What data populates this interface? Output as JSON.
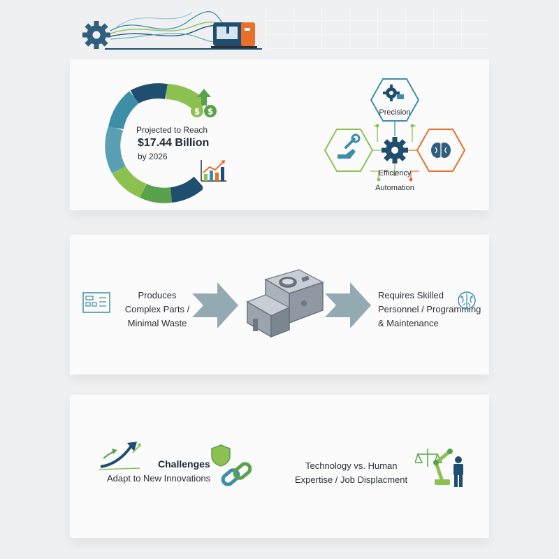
{
  "header": {
    "icons": [
      "gear-icon",
      "circuit-lines-icon",
      "cnc-machine-icon"
    ]
  },
  "market": {
    "line1": "Projected to Reach",
    "value": "$17.44 Billion",
    "line3": "by 2026",
    "ring_colors": [
      "#1f4e6e",
      "#3d8fa8",
      "#8cc152",
      "#5aa14d"
    ],
    "icons": [
      "dollar-growth-icon",
      "bar-chart-growth-icon"
    ]
  },
  "benefits": {
    "precision": "Precision",
    "efficiency": "Efficiency",
    "automation": "Automation",
    "colors": {
      "precision": "#3d8fa8",
      "efficiency": "#8cc152",
      "automation": "#e8702a"
    },
    "icons": [
      "precision-gear-icon",
      "wrench-hand-icon",
      "gear-icon",
      "brain-icon"
    ]
  },
  "process": {
    "left_line1": "Produces",
    "left_line2": "Complex Parts /",
    "left_line3": "Minimal Waste",
    "right_line1": "Requires Skilled",
    "right_line2": "Personnel / Programming",
    "right_line3": "& Maintenance",
    "icons": [
      "blueprint-icon",
      "arrow-right-icon",
      "machined-part-icon",
      "arrow-right-icon",
      "brain-circuit-icon"
    ]
  },
  "challenges": {
    "title": "Challenges",
    "subtitle": "Adapt to New Innovations",
    "right_line1": "Technology vs. Human",
    "right_line2": "Expertise / Job Displacment",
    "icons": [
      "growth-arrows-icon",
      "shield-icon",
      "chain-link-icon",
      "robot-arm-scale-icon",
      "person-icon"
    ]
  }
}
